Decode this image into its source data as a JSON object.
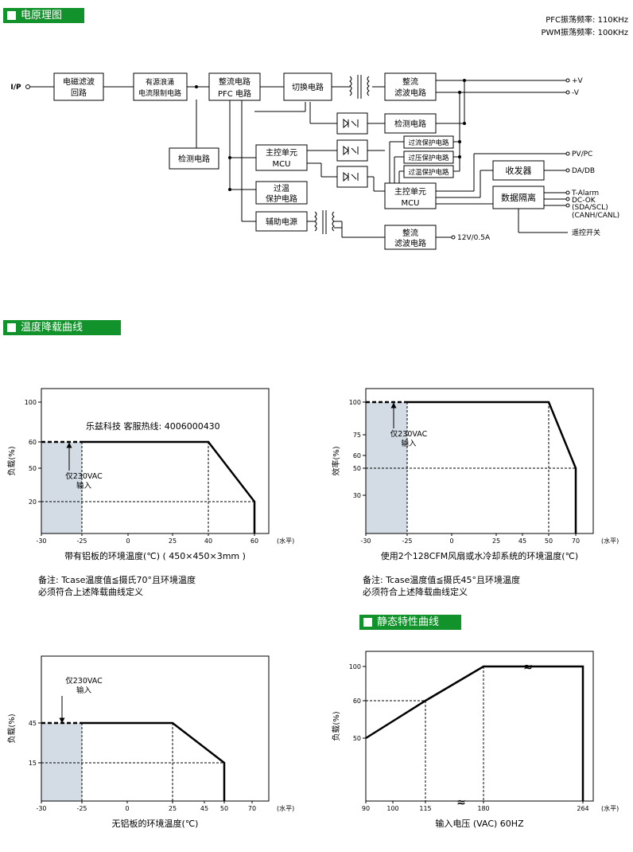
{
  "sections": {
    "schematic": "电原理图",
    "derating": "温度降载曲线",
    "static": "静态特性曲线"
  },
  "freq": {
    "pfc": "PFC振荡频率: 110KHz",
    "pwm": "PWM振荡频率: 100KHz"
  },
  "diagram": {
    "input": "I/P",
    "emi": [
      "电磁滤波",
      "回路"
    ],
    "inrush": [
      "有源浪涌",
      "电流限制电路"
    ],
    "rect_pfc": [
      "整流电路",
      "PFC 电路"
    ],
    "detect1": "检测电路",
    "switch": "切换电路",
    "rect_filter1": [
      "整流",
      "滤波电路"
    ],
    "detect2": "检测电路",
    "mcu1": [
      "主控单元",
      "MCU"
    ],
    "otp1": [
      "过温",
      "保护电路"
    ],
    "aux": "辅助电源",
    "ocp": "过流保护电路",
    "ovp": "过压保护电路",
    "otp2": "过温保护电路",
    "mcu2": [
      "主控单元",
      "MCU"
    ],
    "transceiver": "收发器",
    "isolation": "数据隔离",
    "rect_filter2": [
      "整流",
      "滤波电路"
    ],
    "outputs": {
      "vp": "+V",
      "vn": "-V",
      "pvpc": "PV/PC",
      "dadb": "DA/DB",
      "talarm": "T-Alarm",
      "dcok": "DC-OK",
      "sda": "(SDA/SCL)",
      "canh": "(CANH/CANL)",
      "aux_out": "12V/0.5A",
      "remote": "遥控开关"
    }
  },
  "hotline": "乐兹科技 客服热线:  4006000430",
  "charts": [
    {
      "id": "c1",
      "xlabel": "带有铝板的环境温度(℃) ( 450×450×3mm )",
      "ylabel": "负载(%)",
      "unit": "(水平)",
      "note": "仅230VAC 输入",
      "remark": [
        "备注: Tcase温度值≦摄氏70°且环境温度",
        "必须符合上述降载曲线定义"
      ]
    },
    {
      "id": "c2",
      "xlabel": "使用2个128CFM风扇或水冷却系统的环境温度(℃)",
      "ylabel": "效率(%)",
      "unit": "(水平)",
      "note": "仅230VAC 输入",
      "remark": [
        "备注: Tcase温度值≦摄氏45°且环境温度",
        "必须符合上述降载曲线定义"
      ]
    },
    {
      "id": "c3",
      "xlabel": "无铝板的环境温度(℃)",
      "ylabel": "负载(%)",
      "unit": "(水平)",
      "note": "仅230VAC 输入"
    },
    {
      "id": "c4",
      "xlabel": "输入电压 (VAC) 60HZ",
      "ylabel": "负载(%)",
      "unit": "(水平)"
    }
  ],
  "chart_data": [
    {
      "type": "line",
      "name": "c1",
      "x": [
        -30,
        -25,
        0,
        25,
        40,
        60
      ],
      "y": [
        60,
        60,
        60,
        60,
        60,
        20
      ],
      "xticks": [
        -30,
        -25,
        0,
        25,
        40,
        60
      ],
      "yticks": [
        20,
        50,
        60,
        100
      ],
      "xlim": [
        -30,
        60
      ],
      "ylim": [
        0,
        100
      ],
      "xlabel": "带有铝板的环境温度(℃) ( 450×450×3mm )",
      "ylabel": "负载(%)",
      "shaded_region": [
        -30,
        -25
      ]
    },
    {
      "type": "line",
      "name": "c2",
      "x": [
        -30,
        -25,
        0,
        25,
        45,
        50,
        70
      ],
      "y": [
        100,
        100,
        100,
        100,
        100,
        100,
        50
      ],
      "xticks": [
        -30,
        -25,
        0,
        25,
        45,
        50,
        70
      ],
      "yticks": [
        30,
        50,
        60,
        75,
        100
      ],
      "xlim": [
        -30,
        70
      ],
      "ylim": [
        0,
        100
      ],
      "xlabel": "使用2个128CFM风扇或水冷却系统的环境温度(℃)",
      "ylabel": "效率(%)",
      "shaded_region": [
        -30,
        -25
      ]
    },
    {
      "type": "line",
      "name": "c3",
      "x": [
        -30,
        -25,
        0,
        25,
        50
      ],
      "y": [
        45,
        45,
        45,
        45,
        15
      ],
      "xticks": [
        -30,
        -25,
        0,
        25,
        45,
        50,
        70
      ],
      "yticks": [
        15,
        45
      ],
      "xlim": [
        -30,
        70
      ],
      "ylim": [
        0,
        100
      ],
      "xlabel": "无铝板的环境温度(℃)",
      "ylabel": "负载(%)",
      "shaded_region": [
        -30,
        -25
      ]
    },
    {
      "type": "line",
      "name": "c4",
      "x": [
        90,
        115,
        180,
        264
      ],
      "y": [
        50,
        60,
        100,
        100
      ],
      "xticks": [
        90,
        100,
        115,
        180,
        264
      ],
      "yticks": [
        50,
        60,
        100
      ],
      "xlabel": "输入电压 (VAC) 60HZ",
      "ylabel": "负载(%)",
      "axis_break": true
    }
  ]
}
